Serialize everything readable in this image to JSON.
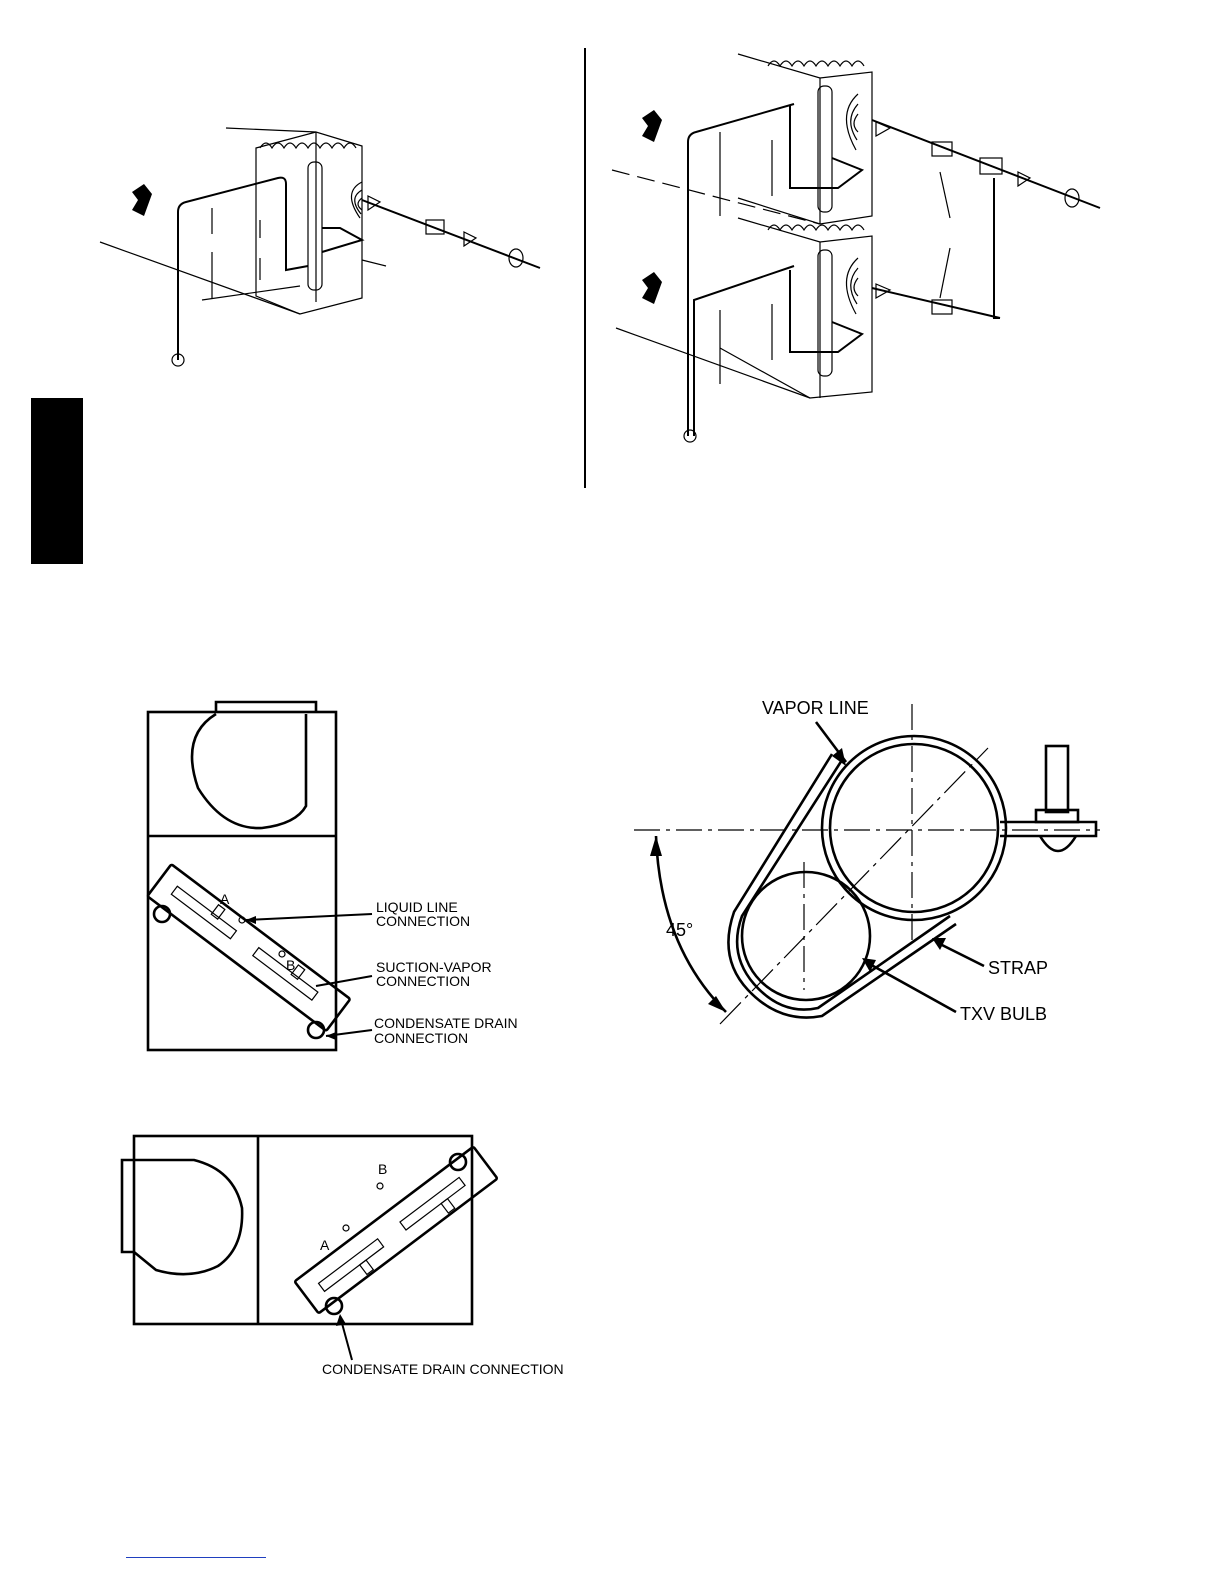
{
  "side_tab": {
    "color": "#000000"
  },
  "figure_divider": {
    "color": "#000000"
  },
  "drain_vertical": {
    "point_a": "A",
    "point_b": "B",
    "liquid_line_1": "LIQUID LINE",
    "liquid_line_2": "CONNECTION",
    "suction_vapor_1": "SUCTION-VAPOR",
    "suction_vapor_2": "CONNECTION",
    "condensate_1": "CONDENSATE DRAIN",
    "condensate_2": "CONNECTION"
  },
  "drain_horizontal": {
    "point_a": "A",
    "point_b": "B",
    "condensate": "CONDENSATE DRAIN CONNECTION"
  },
  "txv_bulb": {
    "vapor_line": "VAPOR LINE",
    "angle": "45°",
    "strap": "STRAP",
    "txv_bulb": "TXV BULB"
  },
  "footer": {
    "link_color": "#1f3fbf"
  }
}
